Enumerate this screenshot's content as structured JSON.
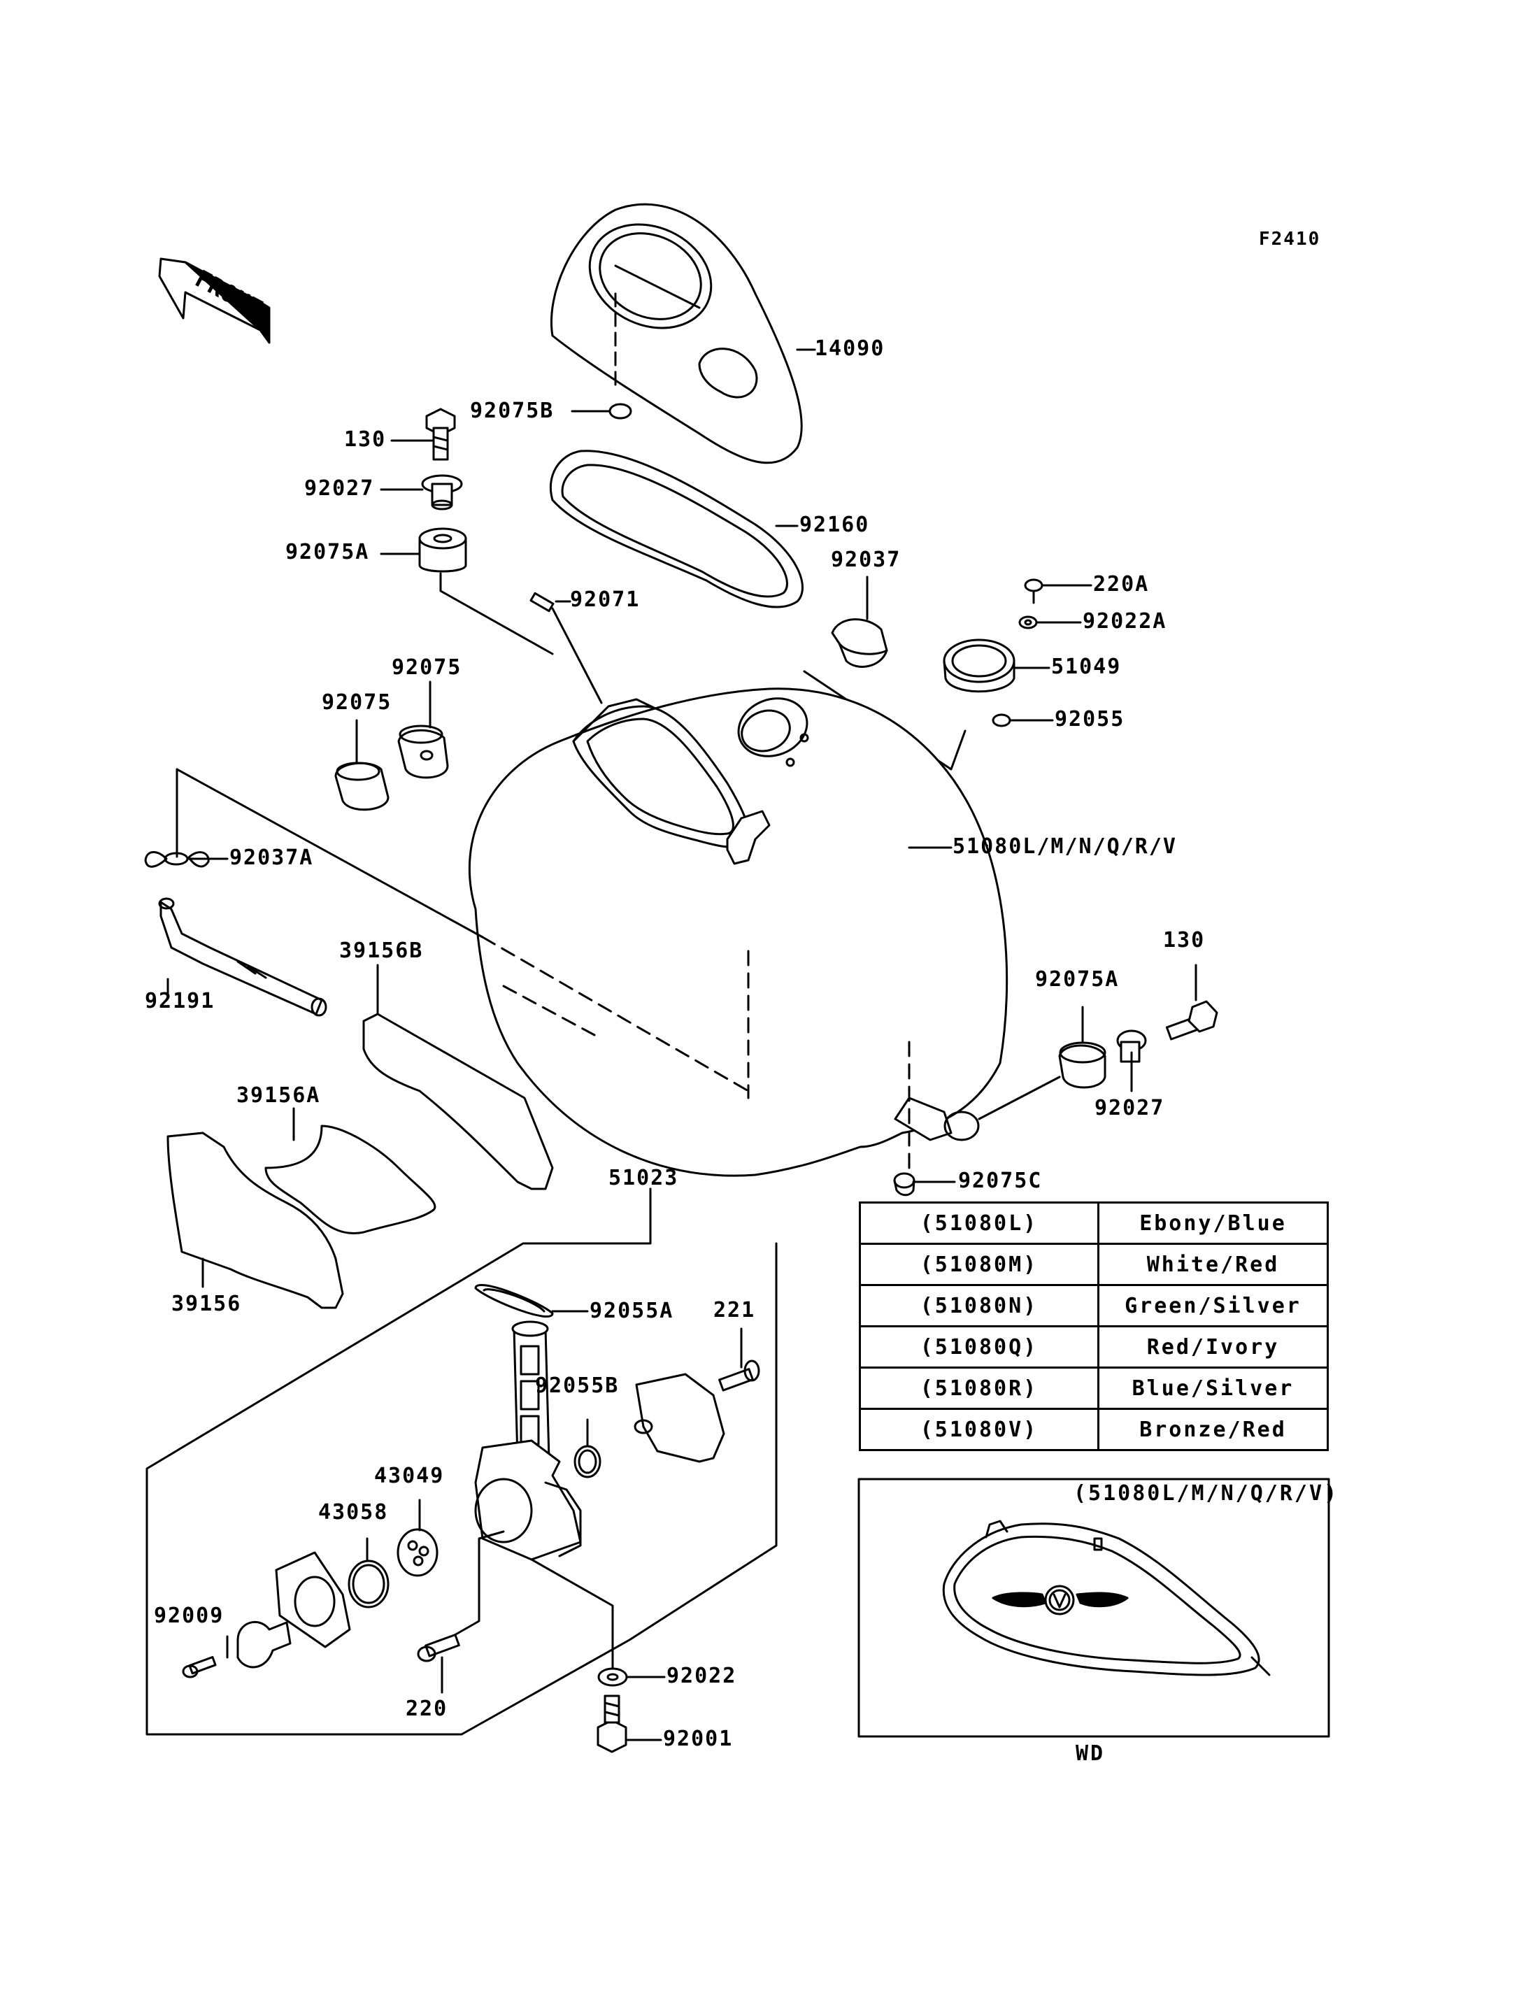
{
  "figure_ref": "F2410",
  "front_label": "FRONT",
  "parts": [
    {
      "id": "14090"
    },
    {
      "id": "92075B"
    },
    {
      "id": "130"
    },
    {
      "id": "92027"
    },
    {
      "id": "92075A"
    },
    {
      "id": "92160"
    },
    {
      "id": "92037"
    },
    {
      "id": "220A"
    },
    {
      "id": "92022A"
    },
    {
      "id": "92071"
    },
    {
      "id": "51049"
    },
    {
      "id": "92075"
    },
    {
      "id": "92055"
    },
    {
      "id": "92037A"
    },
    {
      "id": "51080L/M/N/Q/R/V"
    },
    {
      "id": "92191"
    },
    {
      "id": "39156B"
    },
    {
      "id": "39156A"
    },
    {
      "id": "39156"
    },
    {
      "id": "51023"
    },
    {
      "id": "92055A"
    },
    {
      "id": "221"
    },
    {
      "id": "92055B"
    },
    {
      "id": "43049"
    },
    {
      "id": "43058"
    },
    {
      "id": "92009"
    },
    {
      "id": "220"
    },
    {
      "id": "92022"
    },
    {
      "id": "92001"
    },
    {
      "id": "92075C"
    }
  ],
  "color_table": [
    {
      "code": "(51080L)",
      "color": "Ebony/Blue"
    },
    {
      "code": "(51080M)",
      "color": "White/Red"
    },
    {
      "code": "(51080N)",
      "color": "Green/Silver"
    },
    {
      "code": "(51080Q)",
      "color": "Red/Ivory"
    },
    {
      "code": "(51080R)",
      "color": "Blue/Silver"
    },
    {
      "code": "(51080V)",
      "color": "Bronze/Red"
    }
  ],
  "inset": {
    "title": "(51080L/M/N/Q/R/V)",
    "caption": "WD"
  }
}
